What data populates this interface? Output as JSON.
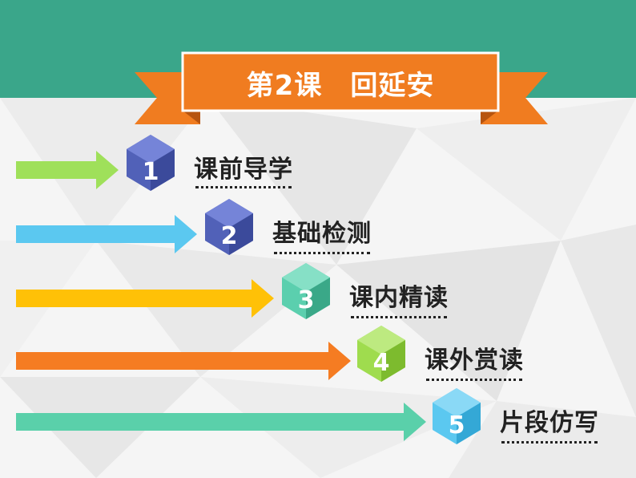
{
  "title": "第2课　回延安",
  "colors": {
    "header": "#3aa68a",
    "banner": "#f07c20",
    "banner_dark": "#b7540f",
    "arrow1": "#9fe05a",
    "arrow2": "#5bc8f0",
    "arrow3": "#ffc107",
    "arrow4": "#f57c22",
    "arrow5": "#5ad0aa"
  },
  "items": [
    {
      "number": "1",
      "label": "课前导学",
      "icon": "cube-icon"
    },
    {
      "number": "2",
      "label": "基础检测",
      "icon": "cube-icon"
    },
    {
      "number": "3",
      "label": "课内精读",
      "icon": "cube-icon"
    },
    {
      "number": "4",
      "label": "课外赏读",
      "icon": "cube-icon"
    },
    {
      "number": "5",
      "label": "片段仿写",
      "icon": "cube-icon"
    }
  ]
}
